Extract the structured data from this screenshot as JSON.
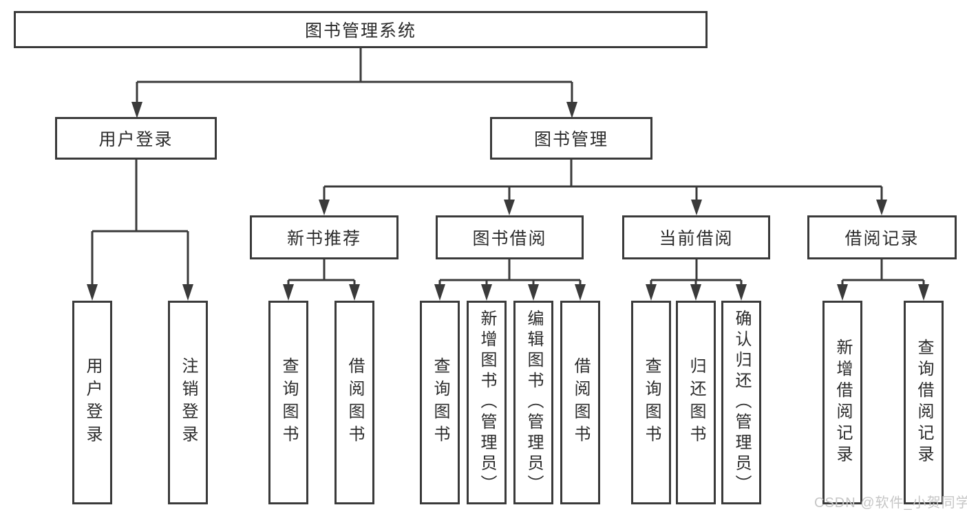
{
  "tree": {
    "root": "图书管理系统",
    "children": [
      {
        "label": "用户登录",
        "leaves": [
          "用户登录",
          "注销登录"
        ]
      },
      {
        "label": "图书管理",
        "children": [
          {
            "label": "新书推荐",
            "leaves": [
              "查询图书",
              "借阅图书"
            ]
          },
          {
            "label": "图书借阅",
            "leaves": [
              "查询图书",
              "新增图书（管理员）",
              "编辑图书（管理员）",
              "借阅图书"
            ]
          },
          {
            "label": "当前借阅",
            "leaves": [
              "查询图书",
              "归还图书",
              "确认归还（管理员）"
            ]
          },
          {
            "label": "借阅记录",
            "leaves": [
              "新增借阅记录",
              "查询借阅记录"
            ]
          }
        ]
      }
    ]
  },
  "watermark": "CSDN @软件_小贺同学",
  "colors": {
    "line": "#3a3a3a",
    "box_border": "#3a3a3a",
    "text": "#2b2b2b",
    "watermark": "#c6c6c6",
    "background": "#ffffff"
  }
}
